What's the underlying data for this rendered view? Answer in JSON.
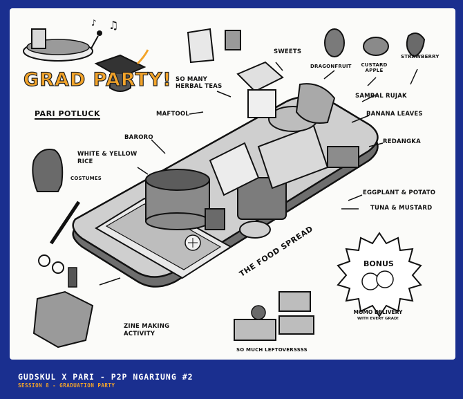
{
  "title": "GRAD PARTY!",
  "subtitle": "PARI POTLUCK",
  "labels": {
    "so_many_herbal_teas": "SO MANY HERBAL TEAS",
    "sweets": "SWEETS",
    "dragonfruit": "DRAGONFRUIT",
    "custard_apple": "CUSTARD APPLE",
    "strawberry": "STRAWBERRY",
    "sambal_rujak": "SAMBAL RUJAK",
    "banana_leaves": "BANANA LEAVES",
    "maftool": "MAFTOOL",
    "baroro": "BARORO",
    "white_yellow_rice": "WHITE & YELLOW RICE",
    "costumes": "COSTUMES",
    "redangka": "REDANGKA",
    "eggplant_potato": "EGGPLANT & POTATO",
    "tuna_mustard": "TUNA & MUSTARD",
    "the_food_spread": "THE FOOD SPREAD",
    "zine_making_activity": "ZINE MAKING ACTIVITY",
    "so_much_leftovers": "SO MUCH LEFTOVERSSSS"
  },
  "bonus": {
    "title": "BONUS",
    "text": "MOMO DELIVERY",
    "subtext": "WITH EVERY GRAD!"
  },
  "footer": {
    "title": "GUDSKUL X PARI - P2P NGARIUNG #2",
    "subtitle": "SESSION 8 - GRADUATION PARTY"
  },
  "colors": {
    "background": "#1a2f8f",
    "paper": "#fbfbf9",
    "accent_orange": "#f3a42a",
    "ink": "#111111",
    "gray": "#9a9a9a"
  }
}
